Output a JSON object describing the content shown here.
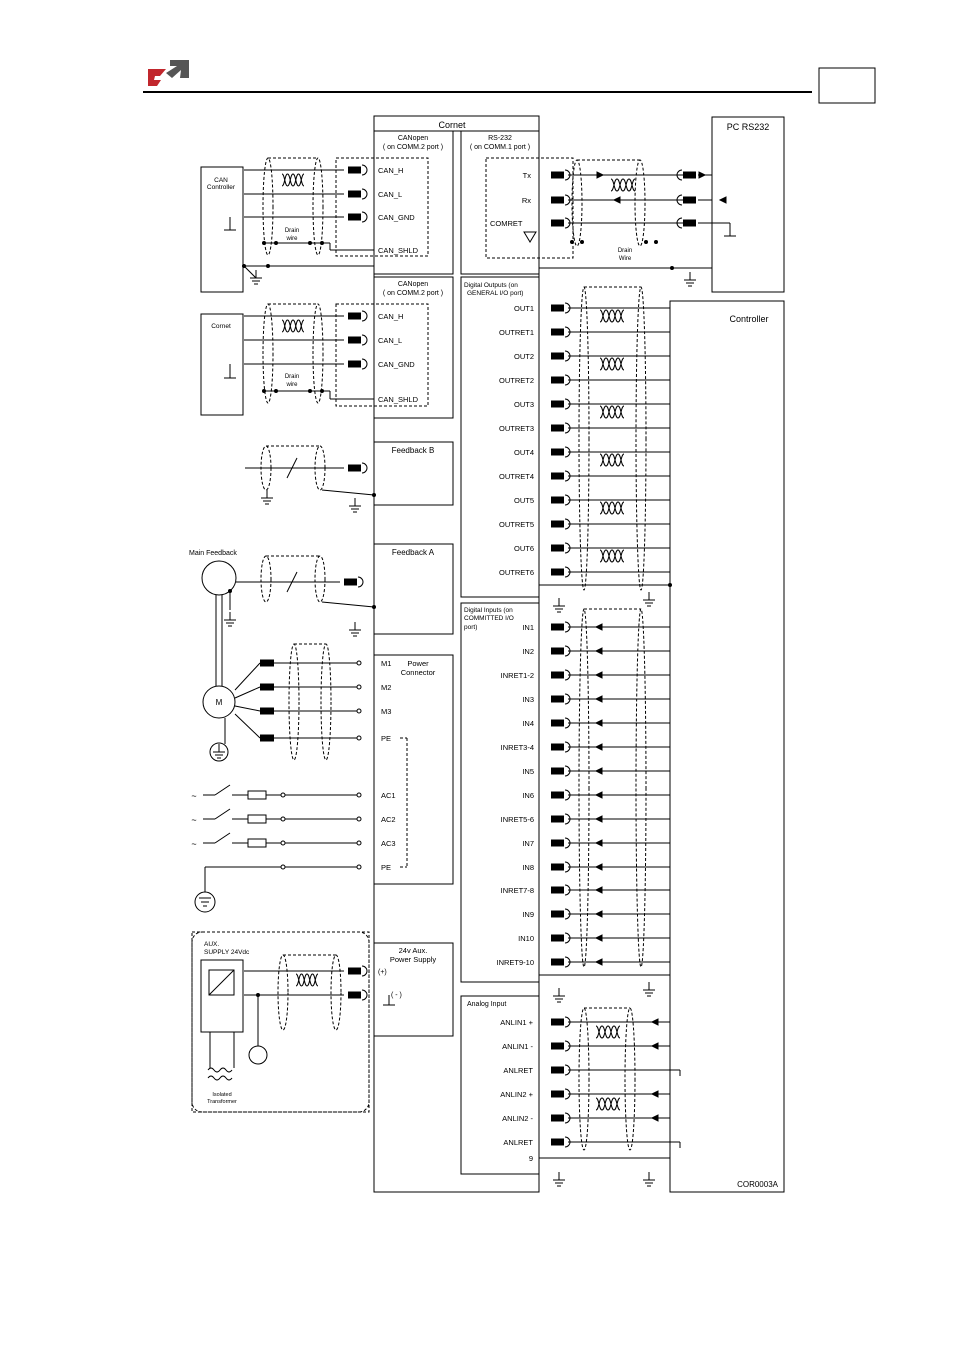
{
  "page": {
    "logo_icon": "elmo-logo-icon",
    "page_number": "",
    "figure_code": "COR0003A"
  },
  "cornet": {
    "title": "Cornet",
    "canopen1": {
      "title_1": "CANopen",
      "title_2": "( on COMM.2 port )",
      "pins": [
        "CAN_H",
        "CAN_L",
        "CAN_GND",
        "CAN_SHLD"
      ]
    },
    "canopen2": {
      "title_1": "CANopen",
      "title_2": "( on COMM.2 port )",
      "pins": [
        "CAN_H",
        "CAN_L",
        "CAN_GND",
        "CAN_SHLD"
      ]
    },
    "rs232": {
      "title_1": "RS-232",
      "title_2": "( on COMM.1 port )",
      "pins": [
        "Tx",
        "Rx",
        "COMRET"
      ]
    },
    "feedback_b": {
      "title": "Feedback B"
    },
    "feedback_a": {
      "title": "Feedback A"
    },
    "power_connector": {
      "title_1": "Power",
      "title_2": "Connector",
      "pins": [
        "M1",
        "M2",
        "M3",
        "PE",
        "AC1",
        "AC2",
        "AC3",
        "PE"
      ]
    },
    "aux_supply": {
      "title_1": "24v Aux.",
      "title_2": "Power Supply",
      "pins": [
        "(+)",
        "( - )"
      ]
    },
    "digital_outputs": {
      "title_1": "Digital Outputs (on",
      "title_2": "GENERAL I/O port)",
      "pins": [
        "OUT1",
        "OUTRET1",
        "OUT2",
        "OUTRET2",
        "OUT3",
        "OUTRET3",
        "OUT4",
        "OUTRET4",
        "OUT5",
        "OUTRET5",
        "OUT6",
        "OUTRET6"
      ]
    },
    "digital_inputs": {
      "title_1": "Digital Inputs (on",
      "title_2": "COMMITTED I/O",
      "title_3": "port)",
      "pins": [
        "IN1",
        "IN2",
        "INRET1-2",
        "IN3",
        "IN4",
        "INRET3-4",
        "IN5",
        "IN6",
        "INRET5-6",
        "IN7",
        "IN8",
        "INRET7-8",
        "IN9",
        "IN10",
        "INRET9-10"
      ]
    },
    "analog_input": {
      "title": "Analog Input",
      "pins": [
        "ANLIN1 +",
        "ANLIN1 -",
        "ANLRET",
        "ANLIN2 +",
        "ANLIN2 -",
        "ANLRET"
      ],
      "bottom_pin": "9"
    }
  },
  "external": {
    "can_controller": {
      "line1": "CAN",
      "line2": "Controller"
    },
    "cornet_node": "Cornet",
    "drain_wire_1": {
      "line1": "Drain",
      "line2": "wire"
    },
    "drain_wire_2": {
      "line1": "Drain",
      "line2": "Wire"
    },
    "pc_rs232": "PC RS232",
    "controller": "Controller",
    "main_feedback": "Main Feedback",
    "motor": "M",
    "aux_supply": {
      "line1": "AUX.",
      "line2": "SUPPLY 24Vdc"
    },
    "transformer": {
      "line1": "Isolated",
      "line2": "Transformer"
    },
    "ac_symbol": "~"
  }
}
